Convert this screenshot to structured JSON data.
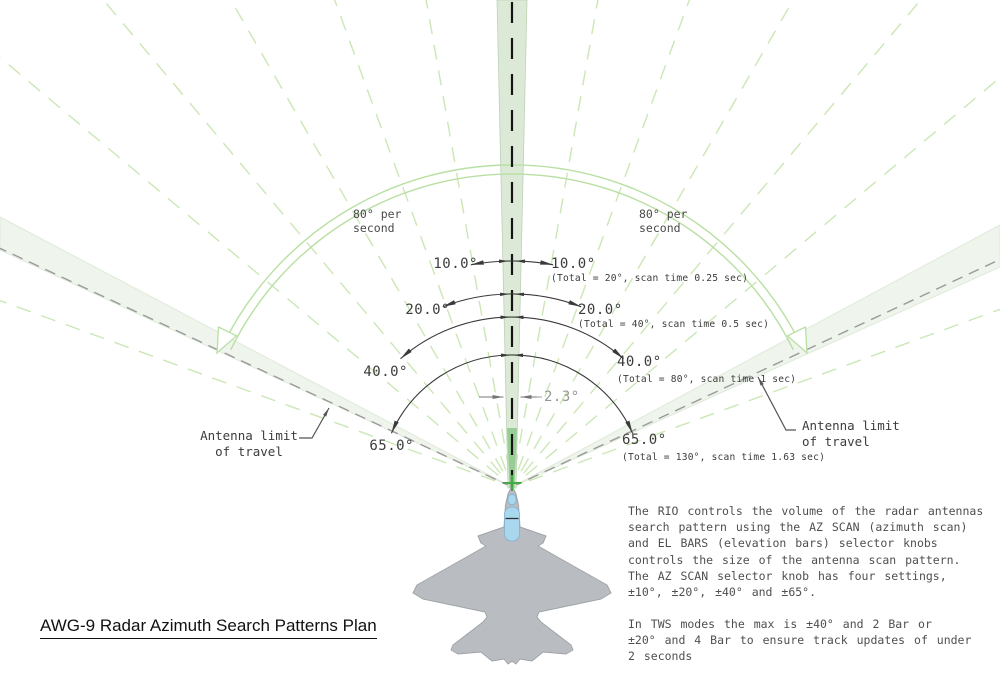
{
  "title": "AWG-9 Radar Azimuth Search Patterns Plan",
  "sweep_rate_label": {
    "line1": "80° per",
    "line2": "second"
  },
  "antenna_limit_label": {
    "line1": "Antenna limit",
    "line2": "of travel"
  },
  "beam_width_label": "2.3°",
  "scan_settings": [
    {
      "half_angle": "10.0°",
      "note": "(Total = 20°, scan time 0.25 sec)"
    },
    {
      "half_angle": "20.0°",
      "note": "(Total = 40°, scan time 0.5 sec)"
    },
    {
      "half_angle": "40.0°",
      "note": "(Total = 80°, scan time 1 sec)"
    },
    {
      "half_angle": "65.0°",
      "note": "(Total = 130°, scan time 1.63 sec)"
    }
  ],
  "notes": {
    "para1": [
      "The RIO controls the volume of the radar antennas",
      "search pattern using the AZ SCAN (azimuth scan)",
      "and EL BARS (elevation bars) selector knobs",
      "controls the size of the antenna scan pattern.",
      "The AZ SCAN selector knob has four settings,",
      "±10°, ±20°, ±40° and ±65°."
    ],
    "para2": [
      "In TWS modes the max is ±40° and 2 Bar or",
      "±20° and 4 Bar to ensure track updates of under",
      "2 seconds"
    ]
  },
  "colors": {
    "beam_green": "#dce9d7",
    "beam_core_green": "#8cc98b",
    "limit_band_green": "#eff5ec",
    "radial_green": "#cbe7b6",
    "arc_green": "#b9e0a3",
    "dimension_dark": "#3a3a3a",
    "beam_width_gray": "#979797",
    "airframe_gray": "#b9bdc1",
    "canopy_blue": "#a9d7ee"
  }
}
